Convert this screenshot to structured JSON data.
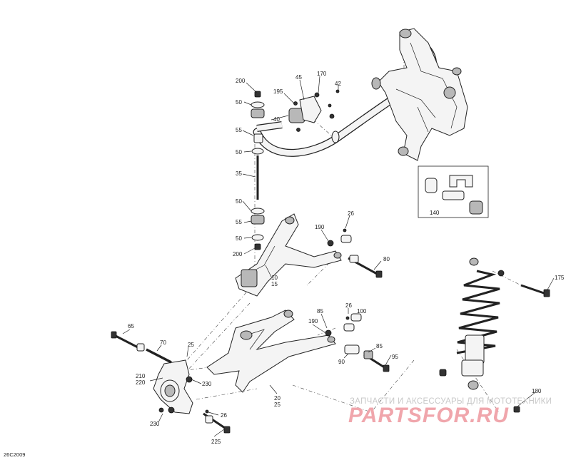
{
  "diagram": {
    "code": "26C2009",
    "callouts": {
      "c10": "10",
      "c15": "15",
      "c20": "20",
      "c25": "25",
      "c26": "26",
      "c35": "35",
      "c40": "40",
      "c42": "42",
      "c45": "45",
      "c50": "50",
      "c55": "55",
      "c65": "65",
      "c70": "70",
      "c80": "80",
      "c85": "85",
      "c90": "90",
      "c95": "95",
      "c100": "100",
      "c140": "140",
      "c170": "170",
      "c175": "175",
      "c180": "180",
      "c190": "190",
      "c195": "195",
      "c200": "200",
      "c210": "210",
      "c220": "220",
      "c225": "225",
      "c230": "230"
    }
  },
  "watermark": {
    "line1": "ЗАПЧАСТИ И АКСЕССУАРЫ ДЛЯ МОТОТЕХНИКИ",
    "line2": "PARTSFOR.RU"
  }
}
